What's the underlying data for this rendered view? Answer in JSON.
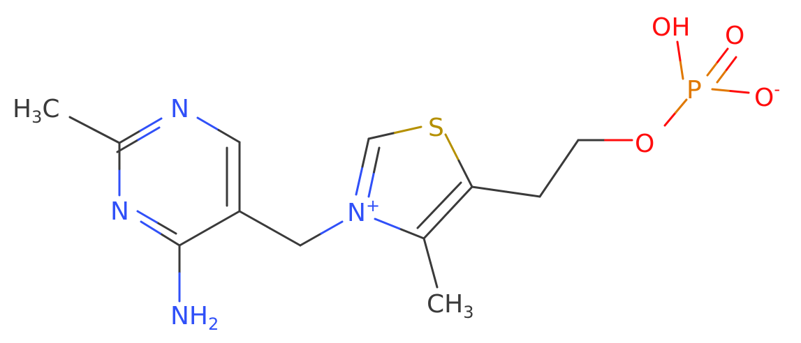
{
  "labels": {
    "h3c_left": {
      "main": "H",
      "sub": "3",
      "tail": "C"
    },
    "n_top": "N",
    "n_left": "N",
    "nh2": {
      "main": "NH",
      "sub": "2"
    },
    "n_plus": {
      "main": "N",
      "sup": "+"
    },
    "s": "S",
    "ch3_bottom": {
      "main": "CH",
      "sub": "3"
    },
    "o_ester": "O",
    "p": "P",
    "oh": "OH",
    "o_double": "O",
    "o_minus": {
      "main": "O",
      "sup": "-"
    }
  },
  "colors": {
    "bond": "#3a3a3a",
    "carbon": "#3a3a3a",
    "nitrogen": "#3050f8",
    "sulfur": "#b59000",
    "oxygen": "#ff0d0d",
    "phosphorus": "#e07800"
  }
}
